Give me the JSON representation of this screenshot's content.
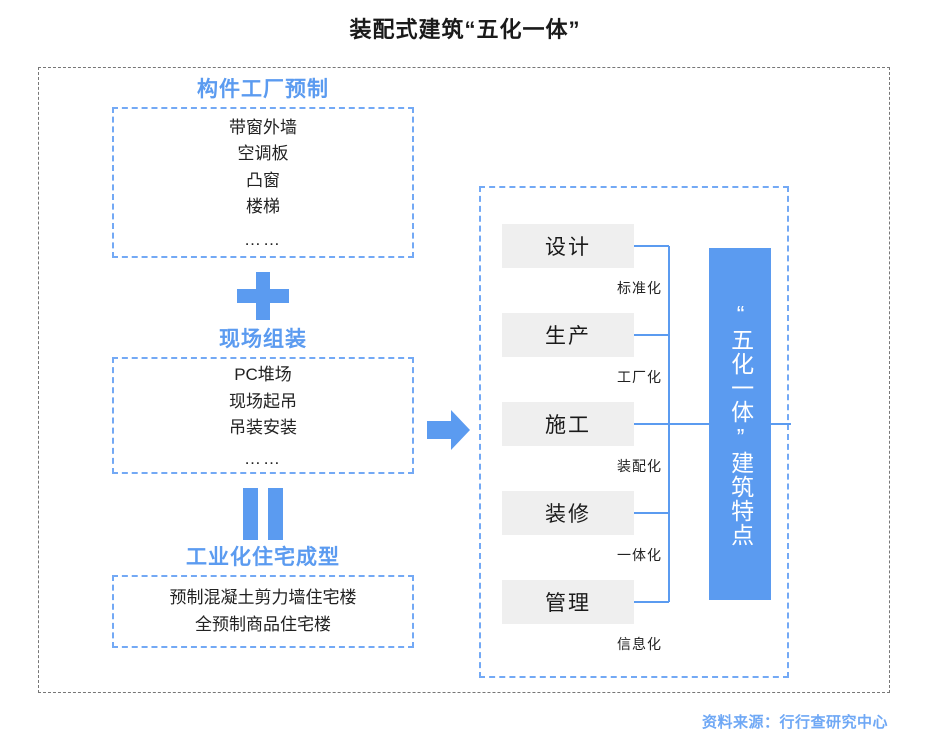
{
  "title": "装配式建筑“五化一体”",
  "source": "资料来源：行行查研究中心",
  "colors": {
    "accent_blue": "#5B9BF0",
    "light_blue": "#73A9F5",
    "gray_box": "#EFEFEF",
    "frame_gray": "#777777",
    "text_dark": "#1a1a1a"
  },
  "left": {
    "sections": [
      {
        "heading": "构件工厂预制",
        "items": [
          "带窗外墙",
          "空调板",
          "凸窗",
          "楼梯"
        ],
        "ellipsis": "……"
      },
      {
        "operator": "+",
        "operator_name": "plus",
        "heading": "现场组装",
        "items": [
          "PC堆场",
          "现场起吊",
          "吊装安装"
        ],
        "ellipsis": "……"
      },
      {
        "operator": "=",
        "operator_name": "equals",
        "heading": "工业化住宅成型",
        "items": [
          "预制混凝土剪力墙住宅楼",
          "全预制商品住宅楼"
        ],
        "ellipsis": ""
      }
    ]
  },
  "arrow": {
    "name": "right-arrow",
    "direction": "right"
  },
  "right": {
    "stages": [
      {
        "box": "设计",
        "label": "标准化"
      },
      {
        "box": "生产",
        "label": "工厂化"
      },
      {
        "box": "施工",
        "label": "装配化"
      },
      {
        "box": "装修",
        "label": "一体化"
      },
      {
        "box": "管理",
        "label": "信息化"
      }
    ],
    "summary_bar": "“五化一体”建筑特点"
  }
}
